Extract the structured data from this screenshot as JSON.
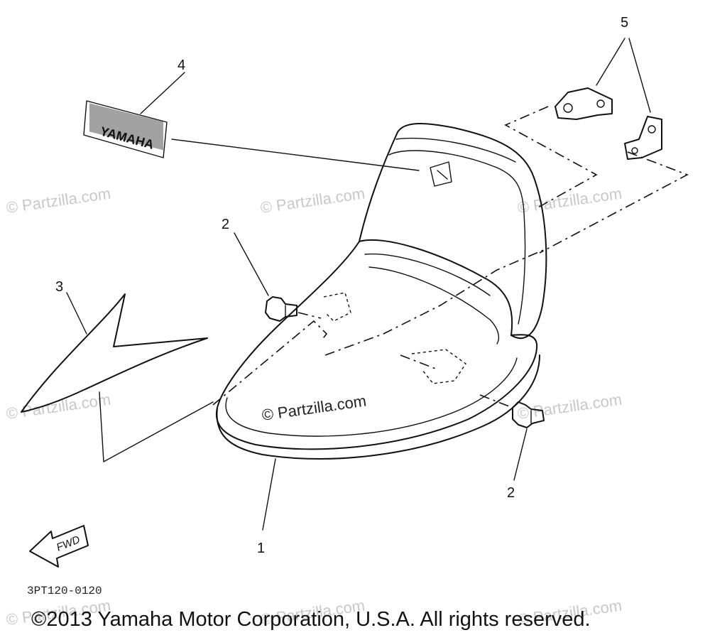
{
  "callouts": {
    "seat": "1",
    "bolt_top": "2",
    "bolt_bottom": "2",
    "emblem_large": "3",
    "emblem_small": "4",
    "brackets": "5"
  },
  "emblem_text": "YAMAHA",
  "fwd_label": "FWD",
  "diagram_code": "3PT120-0120",
  "watermark": "© Partzilla.com",
  "copyright": "©2013 Yamaha Motor Corporation, U.S.A. All rights reserved."
}
